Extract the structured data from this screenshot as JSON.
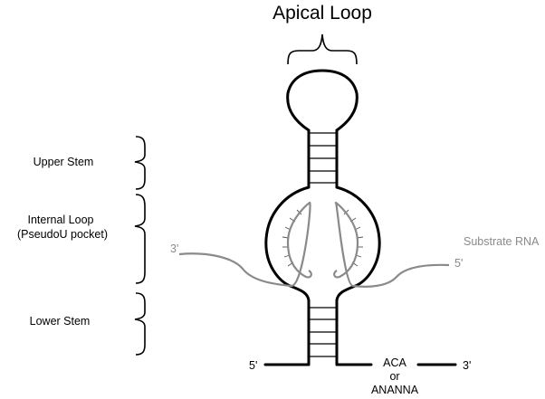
{
  "title": "Apical Loop",
  "regions": {
    "upper_stem": "Upper Stem",
    "internal_loop_line1": "Internal Loop",
    "internal_loop_line2": "(PseudoU pocket)",
    "lower_stem": "Lower Stem"
  },
  "substrate": {
    "label": "Substrate RNA",
    "left_end": "3'",
    "right_end": "5'"
  },
  "guide_ends": {
    "five_prime": "5'",
    "three_prime": "3'"
  },
  "box": {
    "line1": "ACA",
    "line2": "or",
    "line3": "ANANNA"
  },
  "colors": {
    "strand": "#000000",
    "substrate": "#8a8a8a"
  }
}
